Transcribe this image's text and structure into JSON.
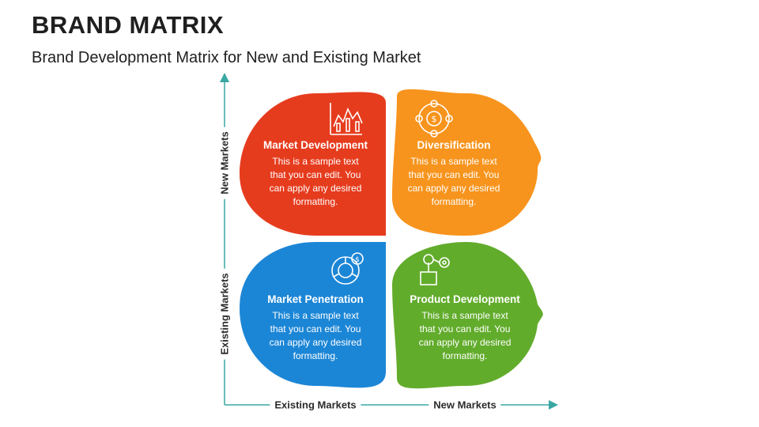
{
  "title": "BRAND MATRIX",
  "subtitle": "Brand Development Matrix for New and Existing Market",
  "axes": {
    "y_top": "New Markets",
    "y_bottom": "Existing Markets",
    "x_left": "Existing Markets",
    "x_right": "New Markets",
    "color": "#3aa7a3"
  },
  "quadrants": [
    {
      "id": "market-development",
      "title": "Market Development",
      "color": "#e63c1e",
      "icon": "chart-icon",
      "lines": [
        "This is a sample text",
        "that you can edit. You",
        "can apply any desired",
        "formatting."
      ]
    },
    {
      "id": "diversification",
      "title": "Diversification",
      "color": "#f7941d",
      "icon": "dollar-cycle-icon",
      "lines": [
        "This is a sample text",
        "that you can edit. You",
        "can apply any desired",
        "formatting."
      ]
    },
    {
      "id": "market-penetration",
      "title": "Market Penetration",
      "color": "#1c86d6",
      "icon": "pie-dollar-icon",
      "lines": [
        "This is a sample text",
        "that you can edit. You",
        "can apply any desired",
        "formatting."
      ]
    },
    {
      "id": "product-development",
      "title": "Product Development",
      "color": "#62ac2c",
      "icon": "product-gear-icon",
      "lines": [
        "This is a sample text",
        "that you can edit. You",
        "can apply any desired",
        "formatting."
      ]
    }
  ]
}
